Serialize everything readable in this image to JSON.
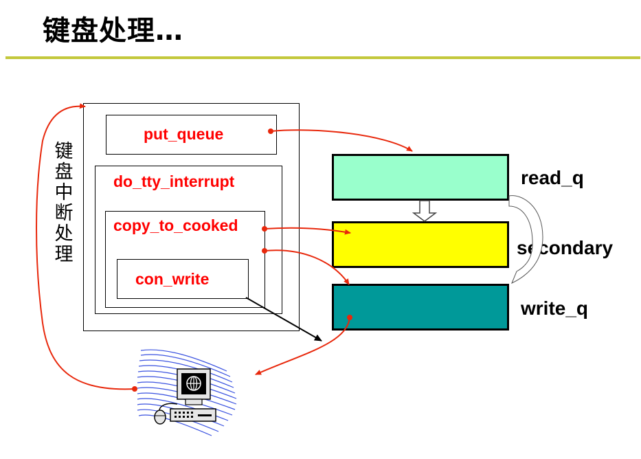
{
  "title": "键盘处理…",
  "side_label": "键盘中断处理",
  "functions": {
    "put_queue": "put_queue",
    "do_tty_interrupt": "do_tty_interrupt",
    "copy_to_cooked": "copy_to_cooked",
    "con_write": "con_write"
  },
  "queues": [
    {
      "name": "read_q",
      "color": "#99ffcc"
    },
    {
      "name": "secondary",
      "color": "#ffff00"
    },
    {
      "name": "write_q",
      "color": "#009999"
    }
  ],
  "colors": {
    "accent_rule": "#c3c83c",
    "arrow": "#e8280c",
    "label_text": "#ff0000"
  },
  "icons": [
    "computer-icon"
  ]
}
